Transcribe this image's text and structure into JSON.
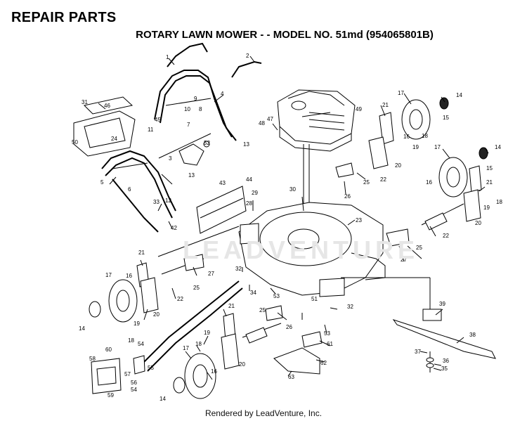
{
  "header": {
    "title": "REPAIR PARTS",
    "diagram_title": "ROTARY LAWN MOWER - - MODEL NO. 51md (954065801B)"
  },
  "watermark": "LEADVENTURE",
  "footer": "Rendered by LeadVenture, Inc.",
  "part_callouts": [
    {
      "id": "p1",
      "n": "1"
    },
    {
      "id": "p2",
      "n": "2"
    },
    {
      "id": "p31",
      "n": "31"
    },
    {
      "id": "p46",
      "n": "46"
    },
    {
      "id": "p4",
      "n": "4"
    },
    {
      "id": "p9",
      "n": "9"
    },
    {
      "id": "p10",
      "n": "10"
    },
    {
      "id": "p8",
      "n": "8"
    },
    {
      "id": "p45",
      "n": "45"
    },
    {
      "id": "p7",
      "n": "7"
    },
    {
      "id": "p11",
      "n": "11"
    },
    {
      "id": "p50",
      "n": "50"
    },
    {
      "id": "p24",
      "n": "24"
    },
    {
      "id": "p52",
      "n": "52"
    },
    {
      "id": "p13a",
      "n": "13"
    },
    {
      "id": "p3",
      "n": "3"
    },
    {
      "id": "p13b",
      "n": "13"
    },
    {
      "id": "p49",
      "n": "49"
    },
    {
      "id": "p47",
      "n": "47"
    },
    {
      "id": "p48",
      "n": "48"
    },
    {
      "id": "p17a",
      "n": "17"
    },
    {
      "id": "p14a",
      "n": "14"
    },
    {
      "id": "p21a",
      "n": "21"
    },
    {
      "id": "p15a",
      "n": "15"
    },
    {
      "id": "p16a",
      "n": "16"
    },
    {
      "id": "p18a",
      "n": "18"
    },
    {
      "id": "p19a",
      "n": "19"
    },
    {
      "id": "p20a",
      "n": "20"
    },
    {
      "id": "p22a",
      "n": "22"
    },
    {
      "id": "p25a",
      "n": "25"
    },
    {
      "id": "p26a",
      "n": "26"
    },
    {
      "id": "p5",
      "n": "5"
    },
    {
      "id": "p6",
      "n": "6"
    },
    {
      "id": "p33",
      "n": "33"
    },
    {
      "id": "p12",
      "n": "12"
    },
    {
      "id": "p42",
      "n": "42"
    },
    {
      "id": "p44",
      "n": "44"
    },
    {
      "id": "p43",
      "n": "43"
    },
    {
      "id": "p29",
      "n": "29"
    },
    {
      "id": "p30",
      "n": "30"
    },
    {
      "id": "p28",
      "n": "28"
    },
    {
      "id": "p23",
      "n": "23"
    },
    {
      "id": "p17b",
      "n": "17"
    },
    {
      "id": "p14b",
      "n": "14"
    },
    {
      "id": "p15b",
      "n": "15"
    },
    {
      "id": "p16b",
      "n": "16"
    },
    {
      "id": "p21b",
      "n": "21"
    },
    {
      "id": "p19b",
      "n": "19"
    },
    {
      "id": "p18b",
      "n": "18"
    },
    {
      "id": "p20b",
      "n": "20"
    },
    {
      "id": "p22b",
      "n": "22"
    },
    {
      "id": "p25b",
      "n": "25"
    },
    {
      "id": "p27a",
      "n": "27"
    },
    {
      "id": "p21c",
      "n": "21"
    },
    {
      "id": "p27b",
      "n": "27"
    },
    {
      "id": "p25c",
      "n": "25"
    },
    {
      "id": "p22c",
      "n": "22"
    },
    {
      "id": "p32a",
      "n": "32"
    },
    {
      "id": "p17c",
      "n": "17"
    },
    {
      "id": "p16c",
      "n": "16"
    },
    {
      "id": "p20c",
      "n": "20"
    },
    {
      "id": "p14c",
      "n": "14"
    },
    {
      "id": "p19c",
      "n": "19"
    },
    {
      "id": "p18c",
      "n": "18"
    },
    {
      "id": "p34",
      "n": "34"
    },
    {
      "id": "p53a",
      "n": "53"
    },
    {
      "id": "p51",
      "n": "51"
    },
    {
      "id": "p32b",
      "n": "32"
    },
    {
      "id": "p25d",
      "n": "25"
    },
    {
      "id": "p26b",
      "n": "26"
    },
    {
      "id": "p53b",
      "n": "53"
    },
    {
      "id": "p39",
      "n": "39"
    },
    {
      "id": "p21d",
      "n": "21"
    },
    {
      "id": "p61",
      "n": "61"
    },
    {
      "id": "p62",
      "n": "62"
    },
    {
      "id": "p63",
      "n": "63"
    },
    {
      "id": "p38",
      "n": "38"
    },
    {
      "id": "p37",
      "n": "37"
    },
    {
      "id": "p36",
      "n": "36"
    },
    {
      "id": "p35",
      "n": "35"
    },
    {
      "id": "p19d",
      "n": "19"
    },
    {
      "id": "p18d",
      "n": "18"
    },
    {
      "id": "p17d",
      "n": "17"
    },
    {
      "id": "p16d",
      "n": "16"
    },
    {
      "id": "p20d",
      "n": "20"
    },
    {
      "id": "p60",
      "n": "60"
    },
    {
      "id": "p54a",
      "n": "54"
    },
    {
      "id": "p58",
      "n": "58"
    },
    {
      "id": "p57",
      "n": "57"
    },
    {
      "id": "p55",
      "n": "55"
    },
    {
      "id": "p56",
      "n": "56"
    },
    {
      "id": "p54b",
      "n": "54"
    },
    {
      "id": "p59",
      "n": "59"
    },
    {
      "id": "p14d",
      "n": "14"
    }
  ]
}
